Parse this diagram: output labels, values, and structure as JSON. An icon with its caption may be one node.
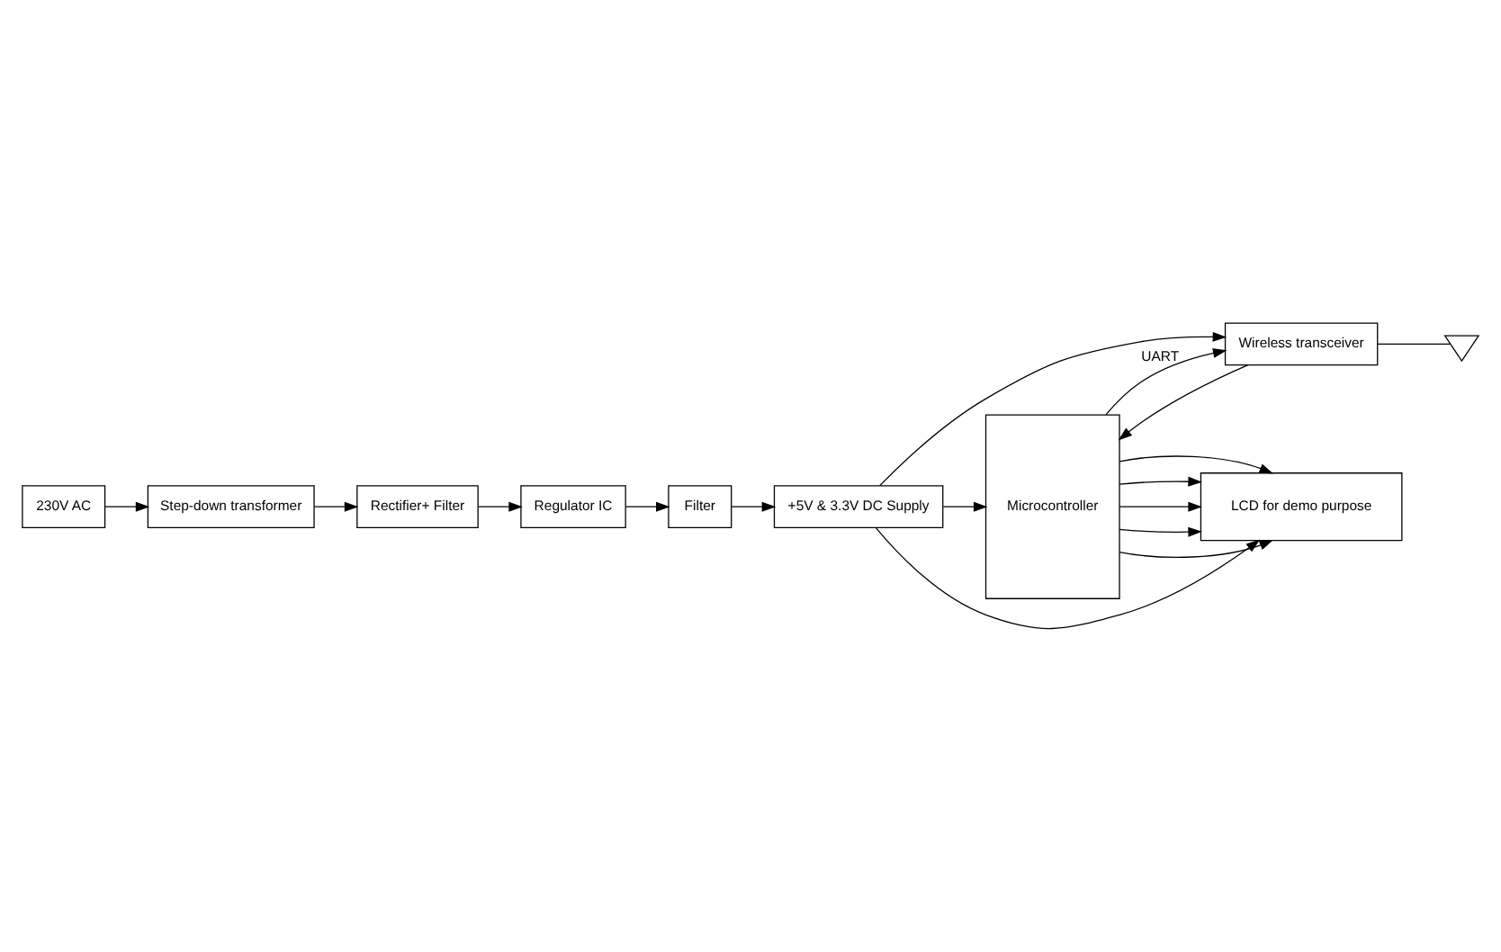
{
  "diagram": {
    "nodes": [
      {
        "text": [
          "Microcontroller"
        ]
      },
      {
        "text": [
          "Wireless transceiver"
        ]
      },
      {
        "text": [],
        "shape": "antenna"
      },
      {
        "text": [
          "LCD for demo purpose"
        ]
      },
      {
        "text": [
          "230V AC"
        ]
      },
      {
        "text": [
          "Step-down transformer"
        ]
      },
      {
        "text": [
          "Rectifier+ Filter"
        ]
      },
      {
        "text": [
          "Regulator IC"
        ]
      },
      {
        "text": [
          "Filter"
        ]
      },
      {
        "text": [
          "+5V & 3.3V DC Supply"
        ]
      }
    ],
    "edges": [
      {
        "from": 0,
        "to": 1,
        "arrow": "to",
        "label": "UART"
      },
      {
        "from": 1,
        "to": 0,
        "arrow": "to"
      },
      {
        "from": 1,
        "to": 2,
        "arrow": "none"
      },
      {
        "from": 0,
        "to": 3,
        "arrow": "to"
      },
      {
        "from": 0,
        "to": 3,
        "arrow": "to"
      },
      {
        "from": 0,
        "to": 3,
        "arrow": "to"
      },
      {
        "from": 0,
        "to": 3,
        "arrow": "to"
      },
      {
        "from": 0,
        "to": 3,
        "arrow": "to"
      },
      {
        "from": 4,
        "to": 5,
        "arrow": "to"
      },
      {
        "from": 5,
        "to": 6,
        "arrow": "to"
      },
      {
        "from": 6,
        "to": 7,
        "arrow": "to"
      },
      {
        "from": 7,
        "to": 8,
        "arrow": "to"
      },
      {
        "from": 8,
        "to": 9,
        "arrow": "to"
      },
      {
        "from": 9,
        "to": 1,
        "arrow": "to"
      },
      {
        "from": 9,
        "to": 0,
        "arrow": "to"
      },
      {
        "from": 9,
        "to": 3,
        "arrow": "to"
      }
    ]
  }
}
